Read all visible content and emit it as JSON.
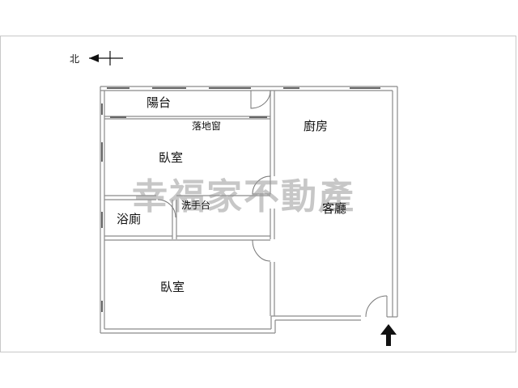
{
  "compass": {
    "label": "北"
  },
  "rooms": {
    "balcony": "陽台",
    "french_window": "落地窗",
    "bedroom_top": "臥室",
    "kitchen": "廚房",
    "wash_basin": "洗手台",
    "living_room": "客廳",
    "bathroom": "浴廁",
    "bedroom_bottom": "臥室"
  },
  "watermark": "幸福家不動產",
  "colors": {
    "wall": "#8a8a8a",
    "wall_fill": "#ffffff",
    "text": "#111111",
    "watermark": "#9a9a9a"
  },
  "icons": {
    "entrance": "arrow-up-icon",
    "north": "arrow-left-icon"
  }
}
